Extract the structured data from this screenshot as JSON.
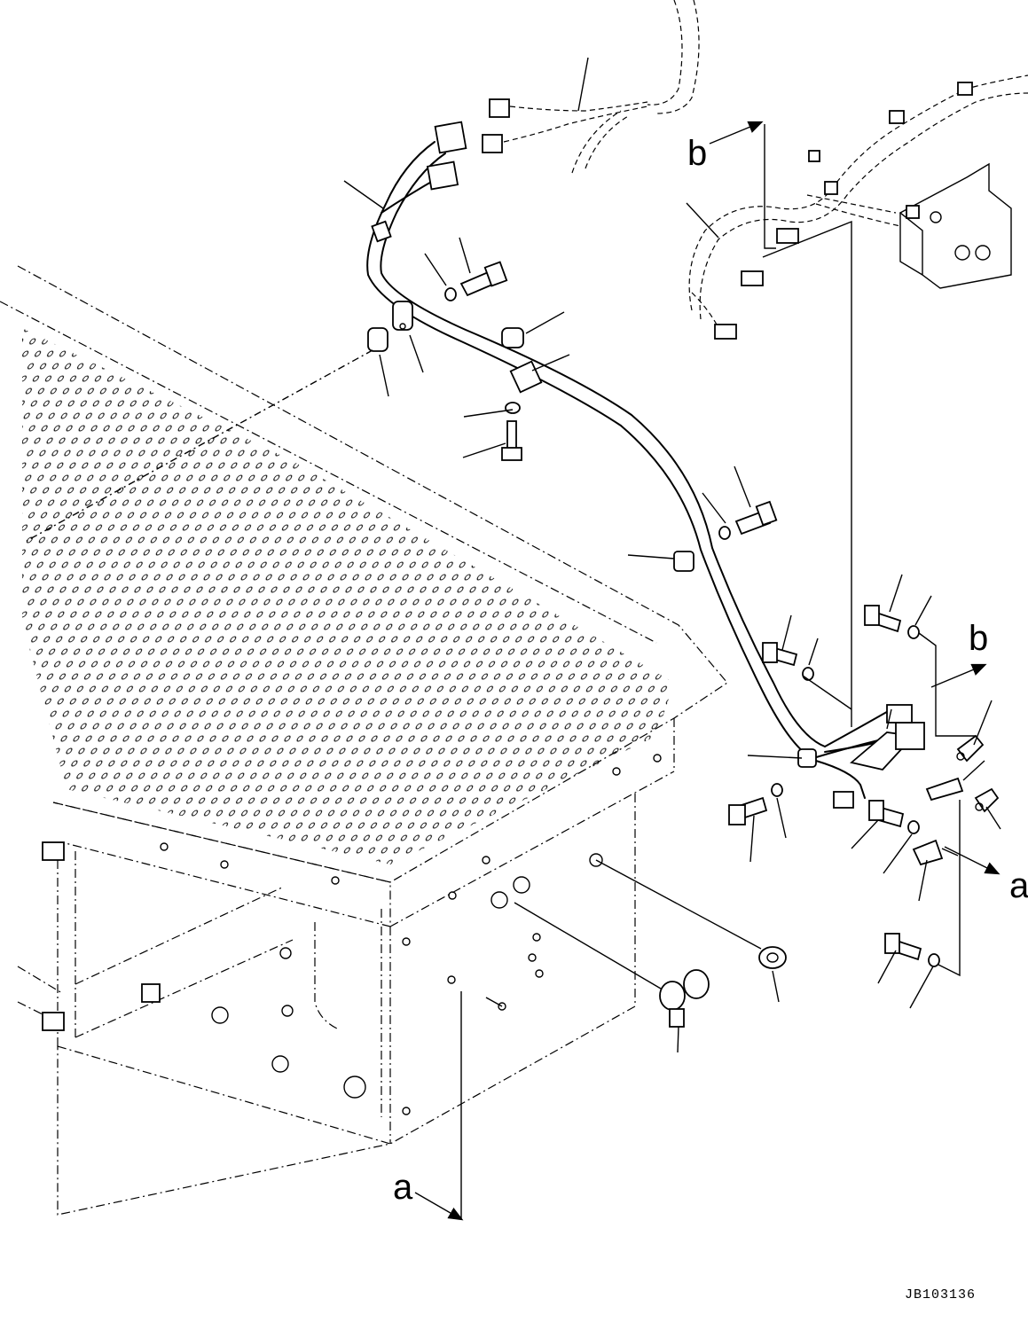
{
  "view_labels": {
    "a_bottom": "a",
    "a_right": "a",
    "b_top": "b",
    "b_right": "b"
  },
  "drawing_code": "JB103136"
}
